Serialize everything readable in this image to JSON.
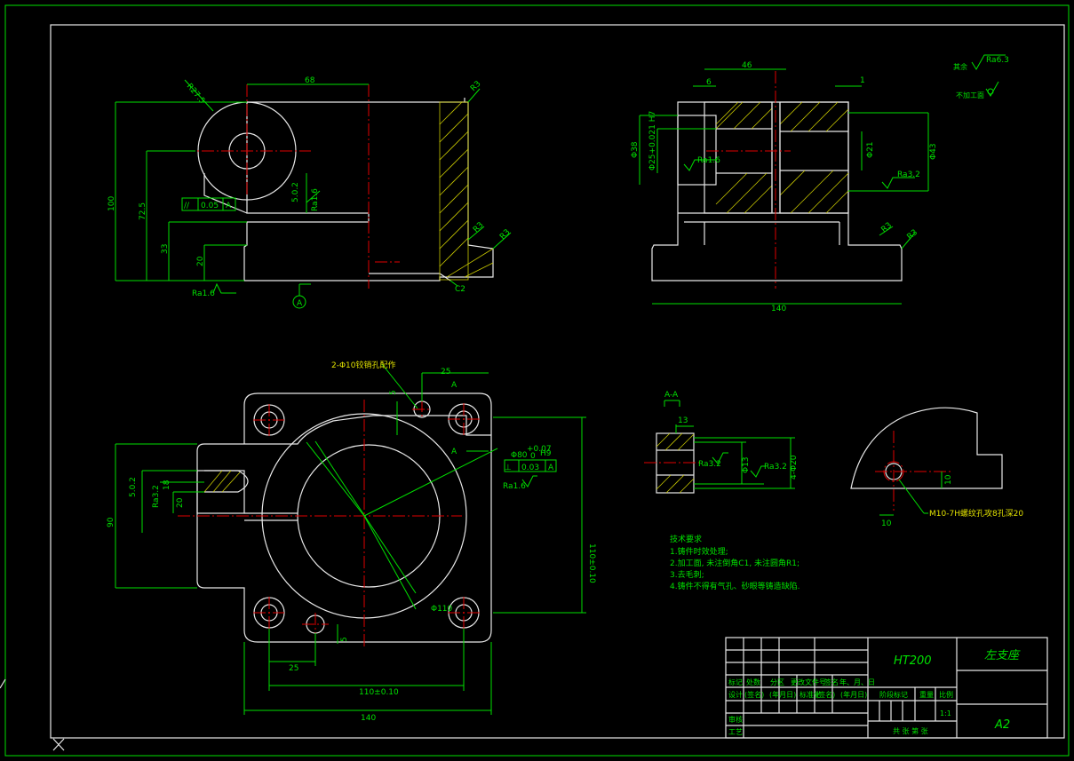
{
  "views": {
    "front": {
      "dims": {
        "d68": "68",
        "d100": "100",
        "d72_5": "72.5",
        "d33": "33",
        "d20": "20",
        "r27_5": "R27.5",
        "r3a": "R3",
        "r3b": "R3",
        "r3c": "R3",
        "c2": "C2",
        "tol": "5.0.2",
        "ra16": "Ra1.6",
        "ra16b": "Ra1.6",
        "section": "A"
      },
      "tolerance_frame": {
        "symbol": "//",
        "value": "0.05",
        "datum": "A"
      }
    },
    "side": {
      "dims": {
        "d46": "46",
        "d6": "6",
        "d1": "1",
        "d38": "Φ38",
        "d25": "Φ25+0.021 H7",
        "d21": "Φ21",
        "d43": "Φ43",
        "d140": "140",
        "ra16": "Ra1.6",
        "ra32": "Ra3.2",
        "r3a": "R3",
        "r3b": "R3"
      }
    },
    "top": {
      "dims": {
        "holes": "2-Φ10铰销孔配作",
        "d25": "25",
        "a1": "A",
        "a2": "A",
        "d80": "Φ80",
        "d80tol_up": "+0.07",
        "d80tol_low": "0",
        "d80fit": "H9",
        "d110": "Φ110",
        "d110_010": "110±0.10",
        "d110v": "110±0.10",
        "d140": "140",
        "d25b": "25",
        "d90": "90",
        "d5": "5",
        "d18": "18",
        "d20": "20",
        "ra32": "Ra3.2",
        "ra16": "Ra1.6",
        "tol": "5.0.2",
        "d5b": "5"
      },
      "tolerance_frame": {
        "symbol": "⊥",
        "value": "0.03",
        "datum": "A"
      }
    },
    "section": {
      "title": "A-A",
      "dims": {
        "d13": "13",
        "d13v": "Φ13",
        "d20": "4-Φ20",
        "ra32a": "Ra3.2",
        "ra32b": "Ra3.2"
      }
    },
    "detail": {
      "dims": {
        "thread": "M10-7H螺纹孔攻8孔深20",
        "d10": "10",
        "d10v": "10"
      }
    }
  },
  "roughness_legend": {
    "other": "其余",
    "other_val": "Ra6.3",
    "unmachined": "不加工面"
  },
  "tech_requirements": {
    "title": "技术要求",
    "items": [
      "1.铸件时效处理;",
      "2.加工面, 未注倒角C1, 未注圆角R1;",
      "3.去毛刺;",
      "4.铸件不得有气孔、砂眼等铸造缺陷."
    ]
  },
  "title_block": {
    "material": "HT200",
    "part_name": "左支座",
    "scale": "1:1",
    "size": "A2",
    "row1": [
      "标记",
      "处数",
      "分区",
      "更改文件号",
      "签名",
      "年、月、日"
    ],
    "row2": [
      "设计",
      "(签名)",
      "(年月日)",
      "标准化",
      "(签名)",
      "(年月日)"
    ],
    "row3": [
      "审核"
    ],
    "row4": [
      "工艺"
    ],
    "stage": "阶段标记",
    "weight": "重量",
    "ratio": "比例",
    "sheets": "共 张 第 张"
  },
  "colors": {
    "background": "#000000",
    "outline": "#e8e8e8",
    "dimension": "#00e000",
    "center": "#e00000",
    "hatch": "#c8c800"
  }
}
